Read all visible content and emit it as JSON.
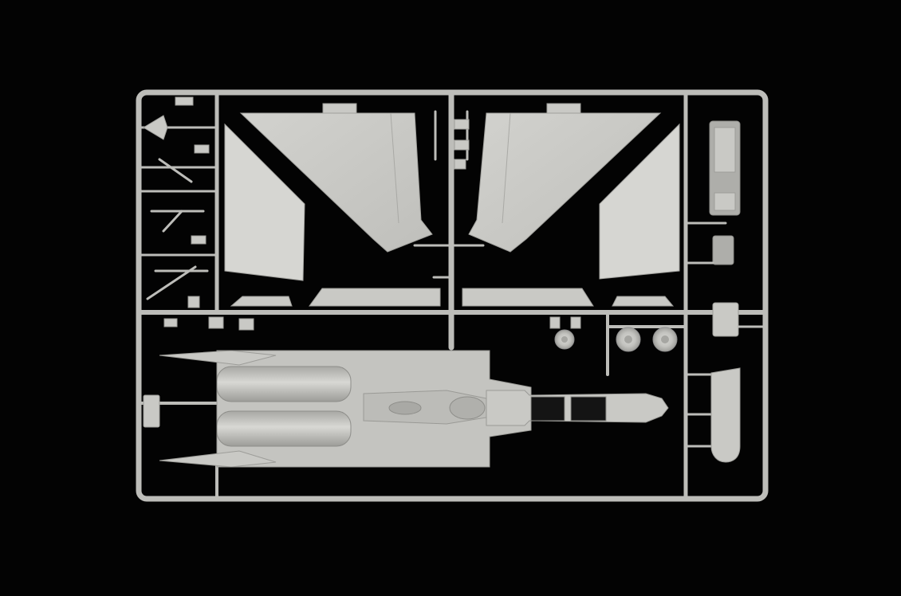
{
  "image": {
    "description_tags": [
      "plastic-model-kit",
      "sprue",
      "aircraft-parts"
    ],
    "background": "#030303",
    "plastic_color": "#c9c9c5"
  },
  "sprue": {
    "part_label": ""
  }
}
